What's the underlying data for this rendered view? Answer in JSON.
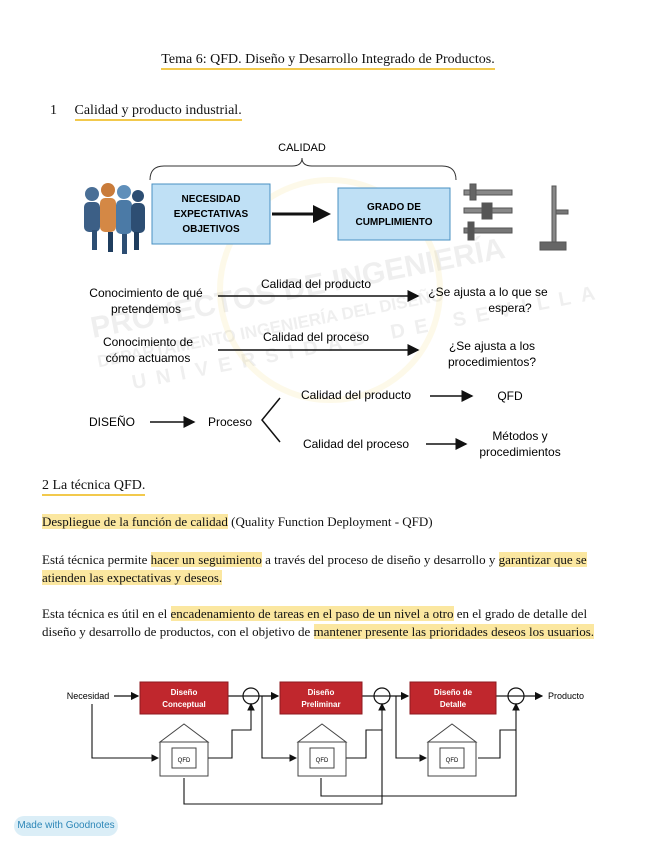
{
  "doc": {
    "title": "Tema 6: QFD. Diseño y Desarrollo Integrado de Productos.",
    "section1": {
      "number": "1",
      "title": "Calidad y producto industrial."
    },
    "watermark": {
      "line1": "PROYECTOS DE INGENIERÍA",
      "line2": "DEPARTAMENTO  INGENIERÍA DEL DISEÑO",
      "line3": "UNIVERSIDAD DE SEVILLA"
    },
    "diagram1": {
      "calidad": "CALIDAD",
      "box_left": [
        "NECESIDAD",
        "EXPECTATIVAS",
        "OBJETIVOS"
      ],
      "box_right": [
        "GRADO DE",
        "CUMPLIMIENTO"
      ],
      "row1_left": [
        "Conocimiento de qué",
        "pretendemos"
      ],
      "row1_arrow": "Calidad del producto",
      "row1_right": [
        "¿Se ajusta a lo que se",
        "espera?"
      ],
      "row2_left": [
        "Conocimiento de",
        "cómo actuamos"
      ],
      "row2_arrow": "Calidad del proceso",
      "row2_right": [
        "¿Se ajusta a los",
        "procedimientos?"
      ],
      "diseno": "DISEÑO",
      "proceso": "Proceso",
      "branch_top": "Calidad del producto",
      "branch_top_result": "QFD",
      "branch_bottom": "Calidad del proceso",
      "branch_bottom_result": [
        "Métodos y",
        "procedimientos"
      ]
    },
    "section2": {
      "title": "2 La técnica QFD."
    },
    "p1": {
      "hl": "Despliegue de la función de calidad",
      "rest": " (Quality Function Deployment - QFD)"
    },
    "p2": {
      "a": "Está técnica permite ",
      "b": "hacer un seguimiento",
      "c": " a través del proceso de diseño y desarrollo y ",
      "d": "garantizar que se atienden las expectativas y deseos."
    },
    "p3": {
      "a": "Esta técnica es útil en el ",
      "b": "encadenamiento de tareas en el paso de un nivel a otro",
      "c": " en el grado de detalle del diseño y desarrollo de productos, con el objetivo de ",
      "d": "mantener presente las prioridades deseos los usuarios."
    },
    "diagram2": {
      "input": "Necesidad",
      "output": "Producto",
      "boxes": [
        [
          "Diseño",
          "Conceptual"
        ],
        [
          "Diseño",
          "Preliminar"
        ],
        [
          "Diseño de",
          "Detalle"
        ]
      ],
      "qfd": "QFD"
    },
    "badge": "Made with Goodnotes",
    "colors": {
      "highlight": "#fbe7a0",
      "underline": "#f2c94c",
      "box_blue": "#bfe0f5",
      "box_red": "#c0272d"
    }
  }
}
